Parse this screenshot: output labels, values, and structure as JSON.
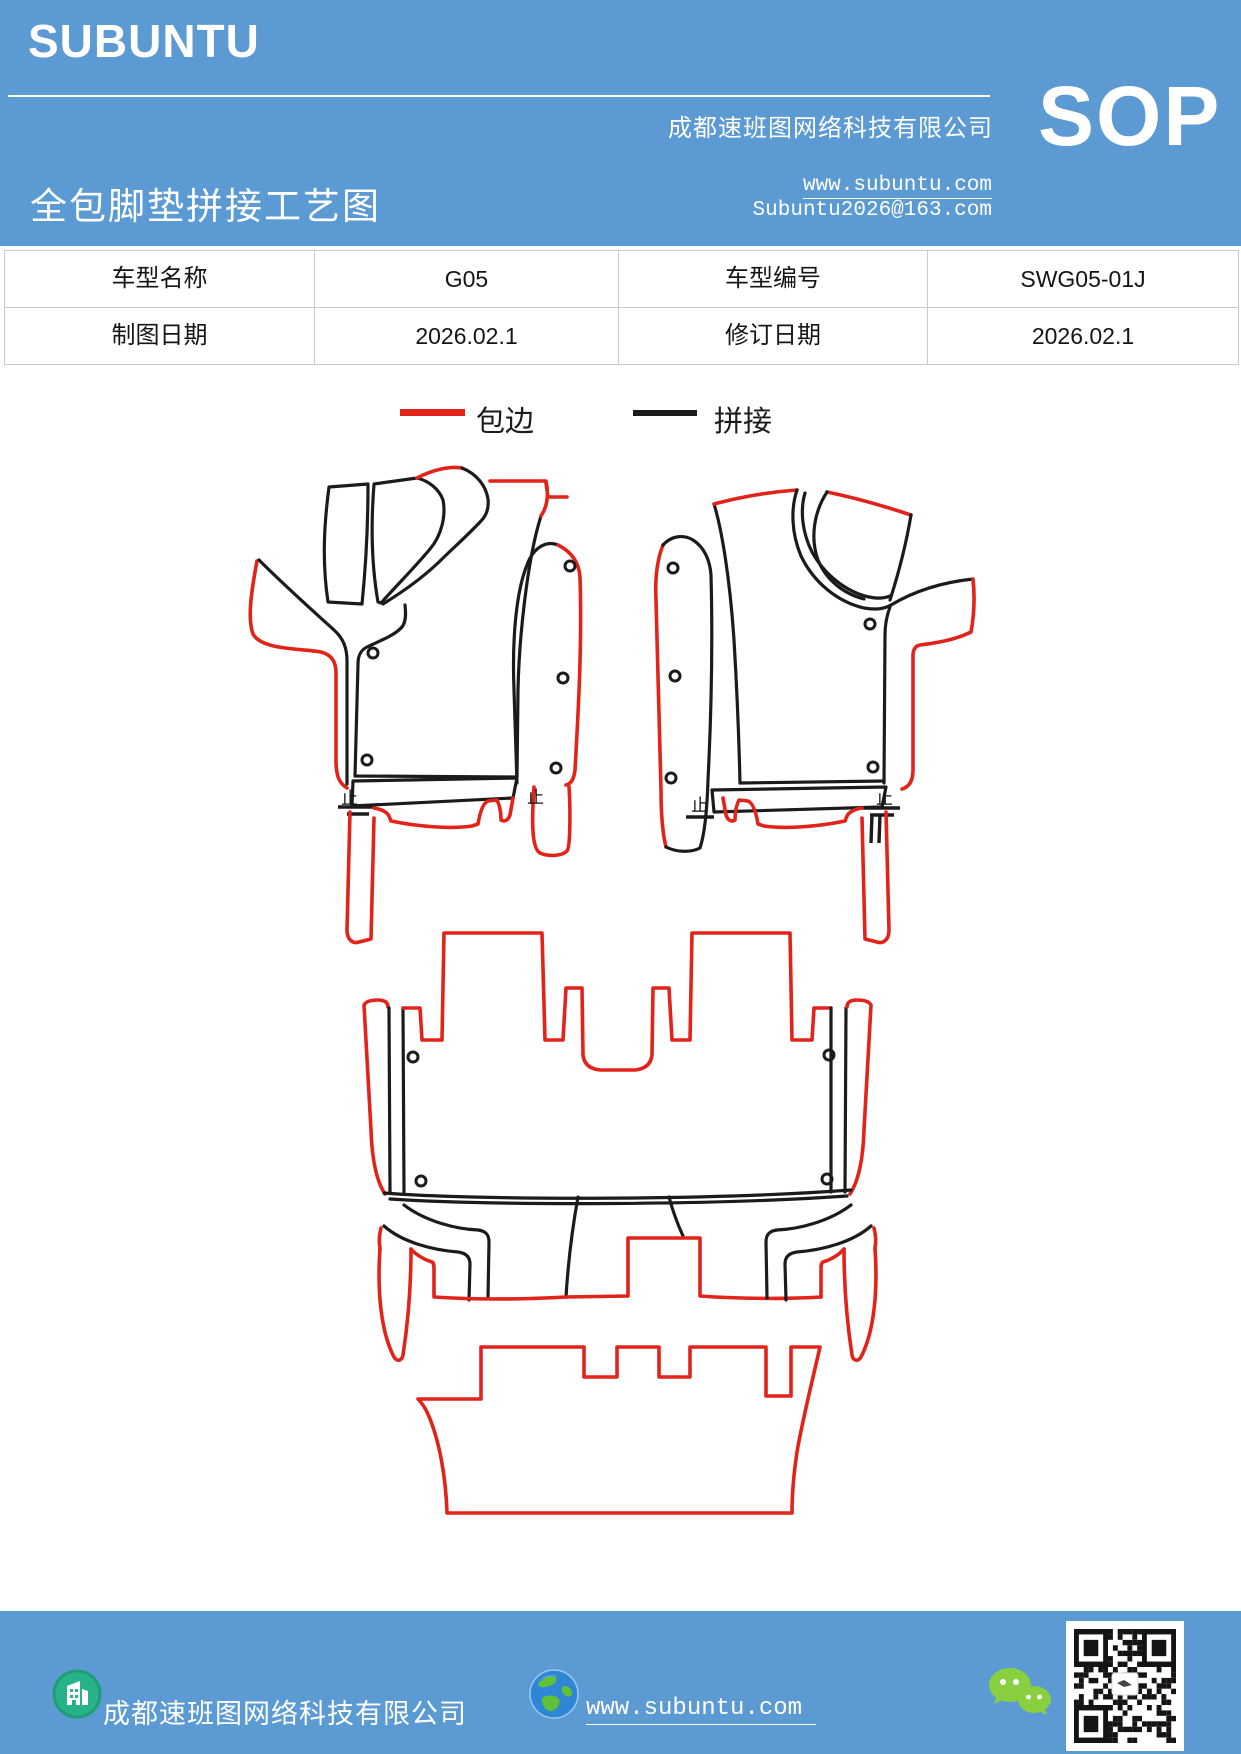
{
  "header": {
    "brand": "SUBUNTU",
    "title": "全包脚垫拼接工艺图",
    "company": "成都速班图网络科技有限公司",
    "website": "www.subuntu.com",
    "email": "Subuntu2026@163.com",
    "badge": "SOP"
  },
  "table": {
    "rows": [
      {
        "cells": [
          "车型名称",
          "G05",
          "车型编号",
          "SWG05-01J"
        ]
      },
      {
        "cells": [
          "制图日期",
          "2026.02.1",
          "修订日期",
          "2026.02.1"
        ]
      }
    ]
  },
  "legend": {
    "items": [
      {
        "label": "包边",
        "color": "#e2231a"
      },
      {
        "label": "拼接",
        "color": "#1b1b1b"
      }
    ]
  },
  "diagram": {
    "orientation_mark": "止",
    "edge_color_binding": "#e2231a",
    "edge_color_splice": "#1b1b1b"
  },
  "footer": {
    "company": "成都速班图网络科技有限公司",
    "website": "www.subuntu.com"
  },
  "colors": {
    "band_blue": "#5b9ad2",
    "binding_red": "#e2231a",
    "splice_black": "#1b1b1b",
    "building_icon_green": "#28b287",
    "wechat_green": "#8acf3f",
    "globe_blue": "#2f86d6"
  }
}
